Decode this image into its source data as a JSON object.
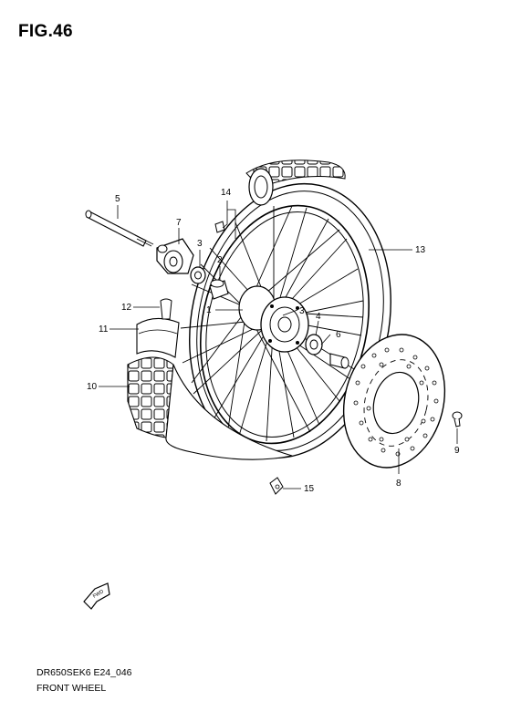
{
  "figure": "FIG.46",
  "diagram_code": "DR650SEK6 E24_046",
  "diagram_title": "FRONT WHEEL",
  "fwd_text": "FWD",
  "callouts": {
    "c1": "1",
    "c2": "2",
    "c3a": "3",
    "c3b": "3",
    "c4": "4",
    "c5": "5",
    "c6": "6",
    "c7": "7",
    "c8": "8",
    "c9": "9",
    "c10": "10",
    "c11": "11",
    "c12": "12",
    "c13": "13",
    "c14": "14",
    "c15": "15"
  }
}
